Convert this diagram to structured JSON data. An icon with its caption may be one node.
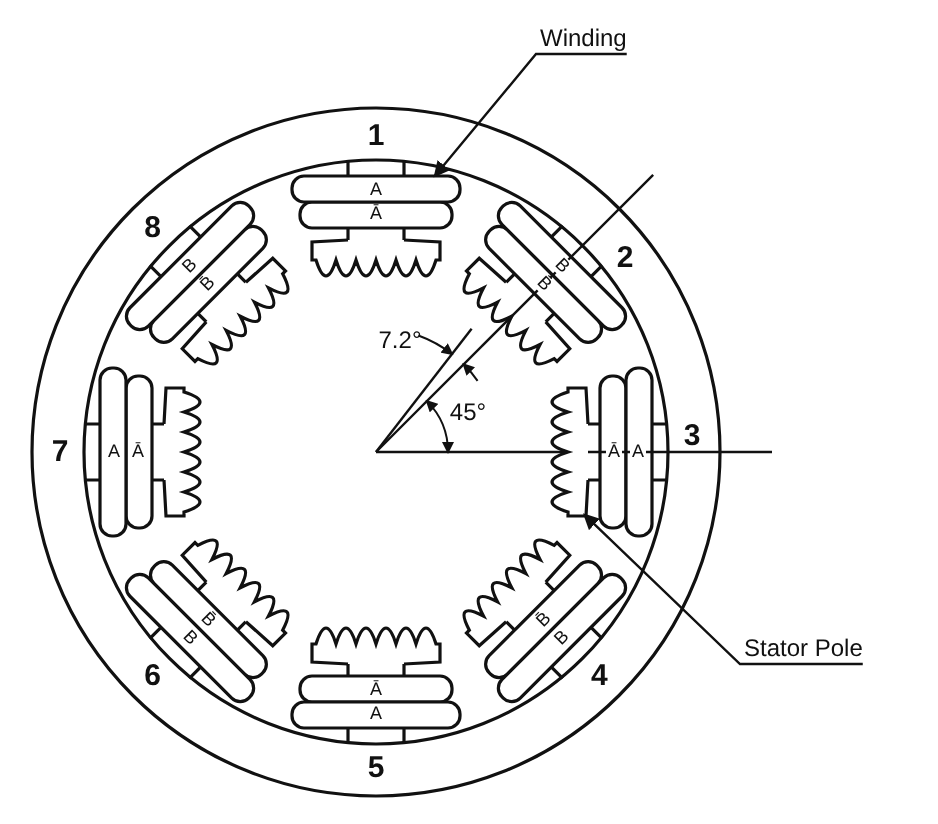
{
  "diagram": {
    "nodes": [
      {
        "text": [
          "Winding"
        ]
      },
      {
        "text": [],
        "shape": "coil"
      },
      {
        "text": [
          "Stator Pole"
        ]
      },
      {
        "text": [],
        "shape": "pole"
      }
    ],
    "edges": [
      {
        "from": 0,
        "to": 1,
        "arrow": "to"
      },
      {
        "from": 2,
        "to": 3,
        "arrow": "to"
      }
    ],
    "labels": [
      "1",
      "A",
      "Ā",
      "8",
      "2",
      "B",
      "B̄",
      "B",
      "B̄",
      "7.2°",
      "45°",
      "7",
      "A",
      "Ā",
      "Ā",
      "A",
      "3",
      "B̄",
      "B",
      "B̄",
      "B",
      "6",
      "4",
      "Ā",
      "A",
      "5"
    ]
  }
}
